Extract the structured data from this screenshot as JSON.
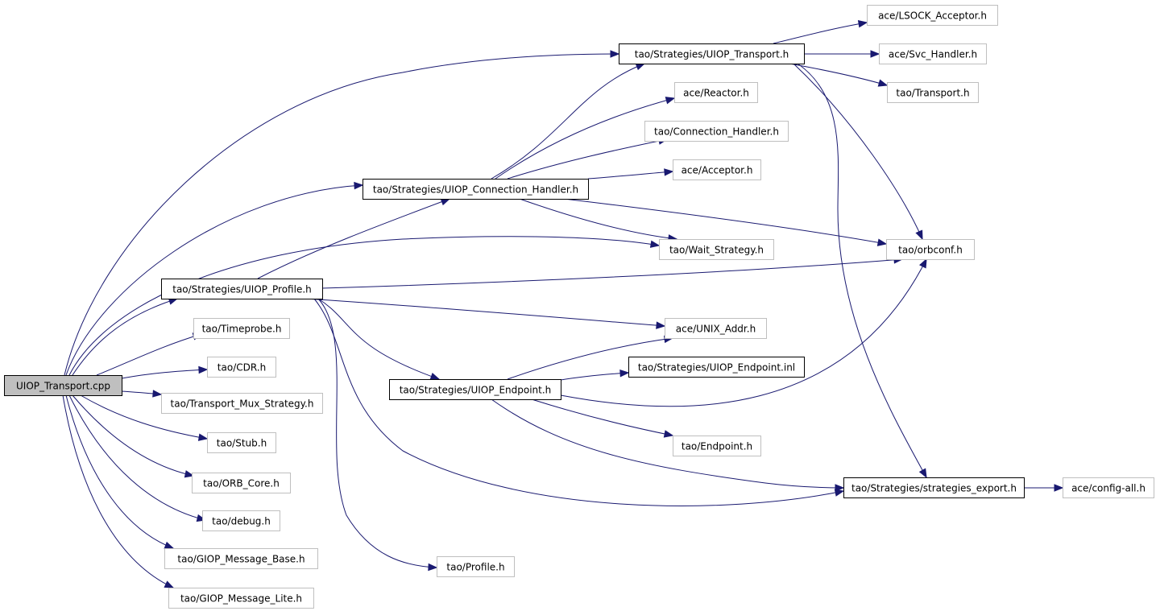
{
  "colors": {
    "edge": "#191970",
    "root_fill": "#bfbfbf",
    "documented_border": "#000000",
    "external_border": "#bfbfbf",
    "background": "#ffffff"
  },
  "nodes": {
    "uiop_transport_cpp": {
      "label": "UIOP_Transport.cpp",
      "style": "root"
    },
    "uiop_transport_h": {
      "label": "tao/Strategies/UIOP_Transport.h",
      "style": "documented"
    },
    "uiop_connection_handler_h": {
      "label": "tao/Strategies/UIOP_Connection_Handler.h",
      "style": "documented"
    },
    "uiop_profile_h": {
      "label": "tao/Strategies/UIOP_Profile.h",
      "style": "documented"
    },
    "uiop_endpoint_h": {
      "label": "tao/Strategies/UIOP_Endpoint.h",
      "style": "documented"
    },
    "uiop_endpoint_inl": {
      "label": "tao/Strategies/UIOP_Endpoint.inl",
      "style": "documented"
    },
    "strategies_export_h": {
      "label": "tao/Strategies/strategies_export.h",
      "style": "documented"
    },
    "lsock_acceptor_h": {
      "label": "ace/LSOCK_Acceptor.h",
      "style": "external"
    },
    "svc_handler_h": {
      "label": "ace/Svc_Handler.h",
      "style": "external"
    },
    "transport_h": {
      "label": "tao/Transport.h",
      "style": "external"
    },
    "reactor_h": {
      "label": "ace/Reactor.h",
      "style": "external"
    },
    "connection_handler_h": {
      "label": "tao/Connection_Handler.h",
      "style": "external"
    },
    "acceptor_h": {
      "label": "ace/Acceptor.h",
      "style": "external"
    },
    "orbconf_h": {
      "label": "tao/orbconf.h",
      "style": "external"
    },
    "wait_strategy_h": {
      "label": "tao/Wait_Strategy.h",
      "style": "external"
    },
    "unix_addr_h": {
      "label": "ace/UNIX_Addr.h",
      "style": "external"
    },
    "endpoint_h": {
      "label": "tao/Endpoint.h",
      "style": "external"
    },
    "config_all_h": {
      "label": "ace/config-all.h",
      "style": "external"
    },
    "profile_h": {
      "label": "tao/Profile.h",
      "style": "external"
    },
    "timeprobe_h": {
      "label": "tao/Timeprobe.h",
      "style": "external"
    },
    "cdr_h": {
      "label": "tao/CDR.h",
      "style": "external"
    },
    "transport_mux_strategy_h": {
      "label": "tao/Transport_Mux_Strategy.h",
      "style": "external"
    },
    "stub_h": {
      "label": "tao/Stub.h",
      "style": "external"
    },
    "orb_core_h": {
      "label": "tao/ORB_Core.h",
      "style": "external"
    },
    "debug_h": {
      "label": "tao/debug.h",
      "style": "external"
    },
    "giop_message_base_h": {
      "label": "tao/GIOP_Message_Base.h",
      "style": "external"
    },
    "giop_message_lite_h": {
      "label": "tao/GIOP_Message_Lite.h",
      "style": "external"
    }
  },
  "edges": [
    [
      "uiop_transport_cpp",
      "uiop_transport_h"
    ],
    [
      "uiop_transport_cpp",
      "uiop_connection_handler_h"
    ],
    [
      "uiop_transport_cpp",
      "wait_strategy_h"
    ],
    [
      "uiop_transport_cpp",
      "uiop_profile_h"
    ],
    [
      "uiop_transport_cpp",
      "timeprobe_h"
    ],
    [
      "uiop_transport_cpp",
      "cdr_h"
    ],
    [
      "uiop_transport_cpp",
      "transport_mux_strategy_h"
    ],
    [
      "uiop_transport_cpp",
      "stub_h"
    ],
    [
      "uiop_transport_cpp",
      "orb_core_h"
    ],
    [
      "uiop_transport_cpp",
      "debug_h"
    ],
    [
      "uiop_transport_cpp",
      "giop_message_base_h"
    ],
    [
      "uiop_transport_cpp",
      "giop_message_lite_h"
    ],
    [
      "uiop_transport_h",
      "lsock_acceptor_h"
    ],
    [
      "uiop_transport_h",
      "svc_handler_h"
    ],
    [
      "uiop_transport_h",
      "transport_h"
    ],
    [
      "uiop_transport_h",
      "orbconf_h"
    ],
    [
      "uiop_transport_h",
      "strategies_export_h"
    ],
    [
      "uiop_connection_handler_h",
      "uiop_transport_h"
    ],
    [
      "uiop_connection_handler_h",
      "reactor_h"
    ],
    [
      "uiop_connection_handler_h",
      "connection_handler_h"
    ],
    [
      "uiop_connection_handler_h",
      "acceptor_h"
    ],
    [
      "uiop_connection_handler_h",
      "orbconf_h"
    ],
    [
      "uiop_connection_handler_h",
      "wait_strategy_h"
    ],
    [
      "uiop_profile_h",
      "uiop_connection_handler_h"
    ],
    [
      "uiop_profile_h",
      "orbconf_h"
    ],
    [
      "uiop_profile_h",
      "unix_addr_h"
    ],
    [
      "uiop_profile_h",
      "uiop_endpoint_h"
    ],
    [
      "uiop_profile_h",
      "strategies_export_h"
    ],
    [
      "uiop_profile_h",
      "profile_h"
    ],
    [
      "uiop_endpoint_h",
      "unix_addr_h"
    ],
    [
      "uiop_endpoint_h",
      "uiop_endpoint_inl"
    ],
    [
      "uiop_endpoint_h",
      "orbconf_h"
    ],
    [
      "uiop_endpoint_h",
      "endpoint_h"
    ],
    [
      "uiop_endpoint_h",
      "strategies_export_h"
    ],
    [
      "strategies_export_h",
      "config_all_h"
    ]
  ]
}
